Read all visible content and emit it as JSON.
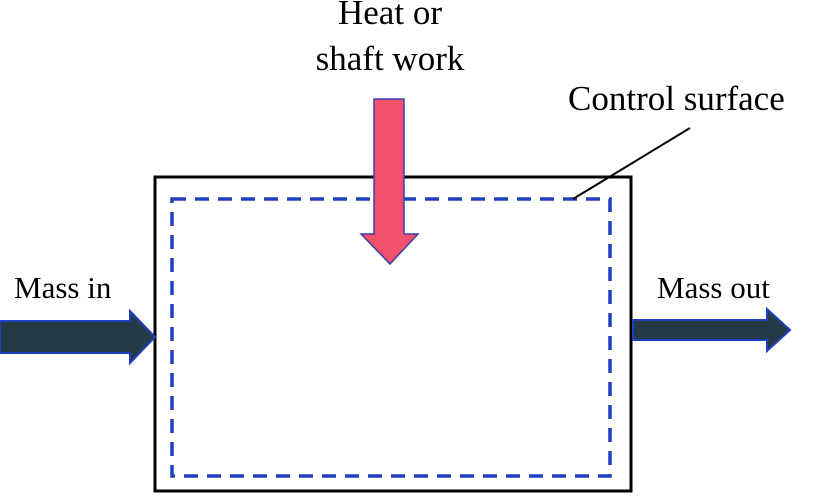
{
  "labels": {
    "heat_line1": "Heat or",
    "heat_line2": "shaft work",
    "control_surface": "Control surface",
    "mass_in": "Mass in",
    "mass_out": "Mass out"
  },
  "colors": {
    "background": "#ffffff",
    "system_border": "#000000",
    "control_surface_dash": "#1f3fbf",
    "heat_arrow_fill": "#f2506b",
    "heat_arrow_stroke": "#3a3fa8",
    "mass_arrow_fill": "#243a47",
    "mass_arrow_stroke": "#1f3fbf"
  }
}
